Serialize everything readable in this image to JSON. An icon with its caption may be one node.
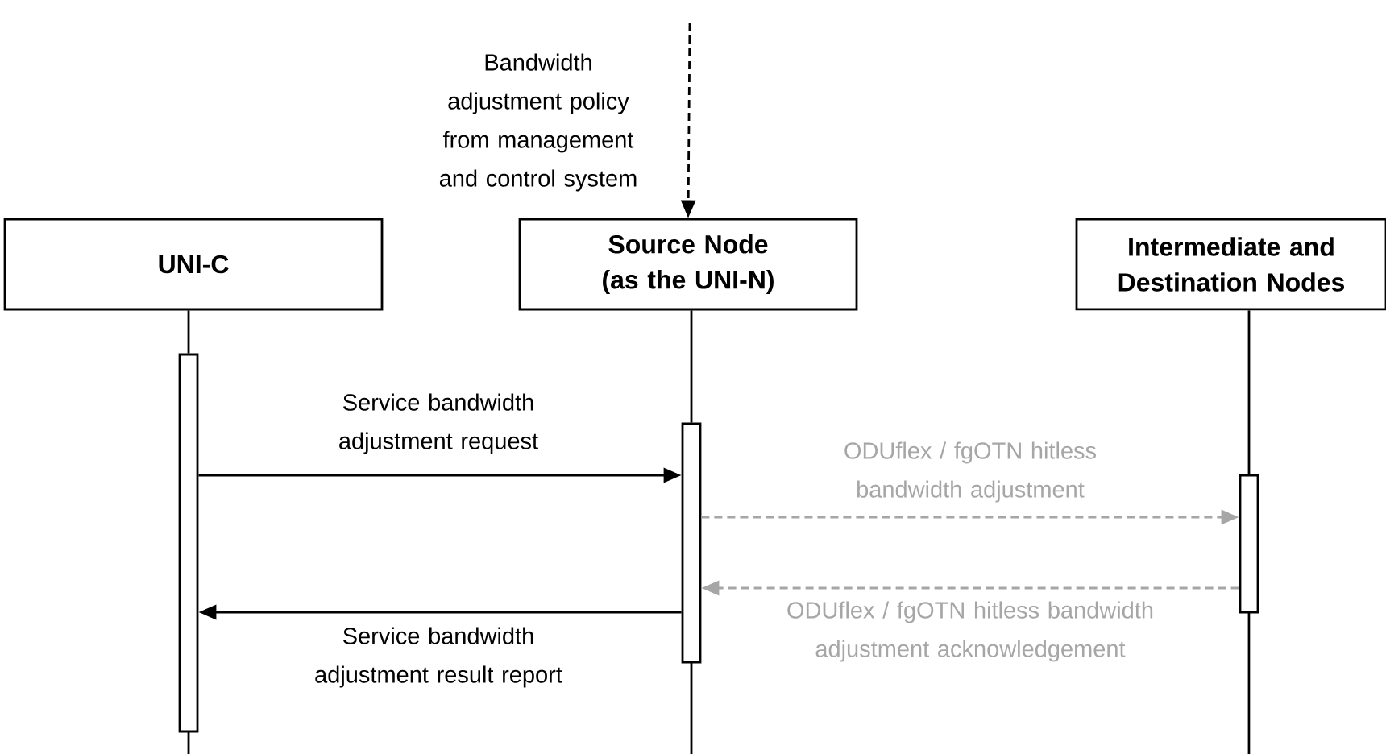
{
  "diagram": {
    "nodes": [
      {
        "text": [
          "UNI-C"
        ]
      },
      {
        "text": [
          "Source Node (as the UNI-N)"
        ]
      },
      {
        "text": [
          "Intermediate and Destination Nodes"
        ]
      },
      {
        "text": [],
        "shape": "bar"
      },
      {
        "text": [],
        "shape": "bar"
      },
      {
        "text": [],
        "shape": "bar"
      }
    ],
    "edges": [
      {
        "from": null,
        "to": 1,
        "arrow": "to",
        "style": "dashed",
        "label": "Bandwidth adjustment policy from management and control system"
      },
      {
        "from": 0,
        "to": 3,
        "arrow": "none"
      },
      {
        "from": 1,
        "to": 4,
        "arrow": "none"
      },
      {
        "from": 2,
        "to": 5,
        "arrow": "none"
      },
      {
        "from": 3,
        "to": 4,
        "arrow": "to",
        "label": "Service bandwidth adjustment request"
      },
      {
        "from": 4,
        "to": 5,
        "arrow": "to",
        "style": "dashed",
        "color": "#a6a6a6",
        "label": "ODUflex / fgOTN hitless bandwidth adjustment"
      },
      {
        "from": 5,
        "to": 4,
        "arrow": "to",
        "style": "dashed",
        "color": "#a6a6a6",
        "label": "ODUflex / fgOTN hitless bandwidth adjustment acknowledgement"
      },
      {
        "from": 4,
        "to": 3,
        "arrow": "to",
        "label": "Service bandwidth adjustment result report"
      }
    ]
  }
}
